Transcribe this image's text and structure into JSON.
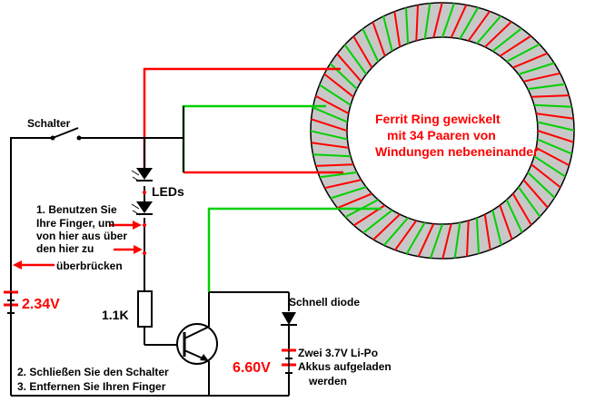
{
  "labels": {
    "switch": "Schalter",
    "leds": "LEDs",
    "instr1_l1": "1. Benutzen Sie",
    "instr1_l2": "Ihre Finger, um",
    "instr1_l3": "von hier aus über",
    "instr1_l4": "den hier zu",
    "instr1_l5": "überbrücken",
    "resistor": "1.1K",
    "battery_small": "2.34V",
    "diode": "Schnell diode",
    "battery_large": "6.60V",
    "bat_desc_l1": "Zwei 3.7V Li-Po",
    "bat_desc_l2": "Akkus aufgeladen",
    "bat_desc_l3": "werden",
    "step2": "2. Schließen Sie den Schalter",
    "step3": "3. Entfernen Sie Ihren Finger",
    "ring_l1": "Ferrit Ring gewickelt",
    "ring_l2": "mit 34 Paaren von",
    "ring_l3": "Windungen nebeneinander"
  },
  "colors": {
    "wire": "#000000",
    "red": "#ff0000",
    "green": "#00d000",
    "ring": "#c8c8c8",
    "red_label": "#ff0000"
  }
}
